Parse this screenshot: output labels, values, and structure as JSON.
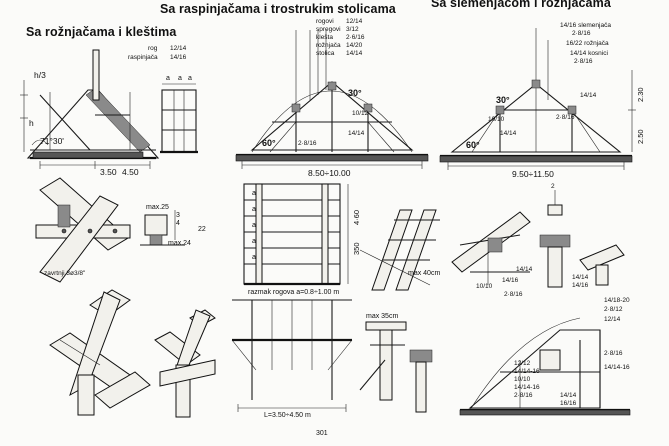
{
  "headings": {
    "rafter_scissors": "Sa rožnjačama i kleštima",
    "strutted_triple": "Sa raspinjačama i trostrukim stolicama",
    "ridge_rafters": "Sa slemenjačom i rožnjačama"
  },
  "panel_left": {
    "callouts": [
      "rog",
      "12/14",
      "raspinjača",
      "14/16"
    ],
    "dims": [
      "h/3",
      "h",
      "71°30'",
      "3.50",
      "4.50"
    ],
    "detail_labels": [
      "a",
      "a",
      "a"
    ],
    "detail_dims": [
      "max.25",
      "3",
      "4",
      "22",
      "max.24"
    ],
    "bolt_note": "zavrtnji 3ø3/8\""
  },
  "panel_center": {
    "callouts": [
      "rogovi",
      "12/14",
      "spregovi",
      "3/12",
      "kleštа",
      "2·6/16",
      "rožnjača",
      "14/20",
      "stolica",
      "14/14"
    ],
    "inner_labels": [
      "30°",
      "10/12",
      "14/14",
      "60°",
      "2·8/16"
    ],
    "span": "8.50÷10.00",
    "side_dim": "350",
    "side_dim_2": "4·60",
    "rung_dims": [
      "a",
      "a",
      "a",
      "a",
      "a"
    ],
    "spacing_note": "razmak rogova a=0.8÷1.00 m",
    "max_note": "max 40cm",
    "length_note": "L=3.50÷4.50 m",
    "small_label": "max 35cm"
  },
  "panel_right": {
    "callouts": [
      "14/16 slemenjača",
      "2·8/16",
      "16/22 rožnjača",
      "14/14 kosnici",
      "2·8/16"
    ],
    "inner_labels": [
      "30°",
      "14/14",
      "10/10",
      "14/14",
      "2·8/16",
      "60°"
    ],
    "span": "9.50÷11.50",
    "height_1": "2.30",
    "height_2": "2.50",
    "detail_labels": [
      "14/16",
      "14/14",
      "10/10",
      "2·8/16",
      "14/14",
      "14/16",
      "2"
    ],
    "bottom_callouts": [
      "14/18-20",
      "2·8/12",
      "12/14",
      "2·8/16",
      "14/14-16"
    ],
    "bottom_inner": [
      "12/12",
      "14/14-16",
      "10/10",
      "14/14-16",
      "2·8/16",
      "14/14",
      "16/16"
    ]
  },
  "page_number": "301"
}
